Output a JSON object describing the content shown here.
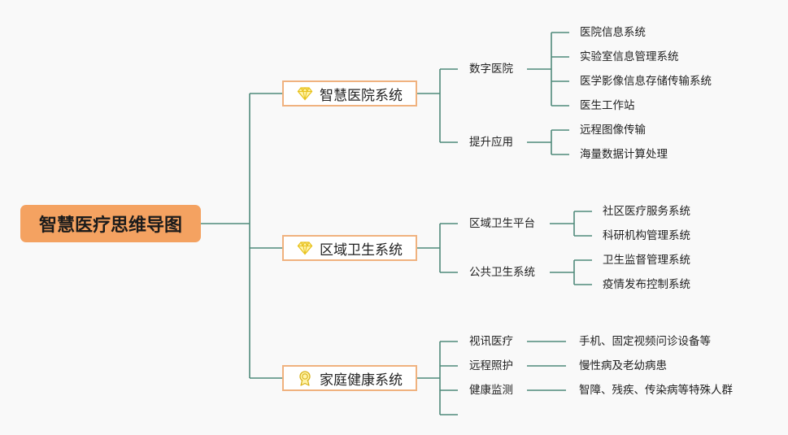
{
  "root": {
    "title": "智慧医疗思维导图"
  },
  "branches": [
    {
      "label": "智慧医院系统",
      "icon": "diamond-icon",
      "groups": [
        {
          "label": "数字医院",
          "items": [
            "医院信息系统",
            "实验室信息管理系统",
            "医学影像信息存储传输系统",
            "医生工作站"
          ]
        },
        {
          "label": "提升应用",
          "items": [
            "远程图像传输",
            "海量数据计算处理"
          ]
        }
      ]
    },
    {
      "label": "区域卫生系统",
      "icon": "diamond-icon",
      "groups": [
        {
          "label": "区域卫生平台",
          "items": [
            "社区医疗服务系统",
            "科研机构管理系统"
          ]
        },
        {
          "label": "公共卫生系统",
          "items": [
            "卫生监督管理系统",
            "疫情发布控制系统"
          ]
        }
      ]
    },
    {
      "label": "家庭健康系统",
      "icon": "award-medal-icon",
      "groups": [
        {
          "label": "视讯医疗",
          "items": [
            "手机、固定视频问诊设备等"
          ]
        },
        {
          "label": "远程照护",
          "items": [
            "慢性病及老幼病患"
          ]
        },
        {
          "label": "健康监测",
          "items": [
            "智障、残疾、传染病等特殊人群"
          ]
        }
      ]
    }
  ],
  "colors": {
    "line": "#4f8a7a",
    "root_fill": "#f4a261",
    "branch_border": "#f0b27f",
    "icon": "#f2d23a"
  }
}
